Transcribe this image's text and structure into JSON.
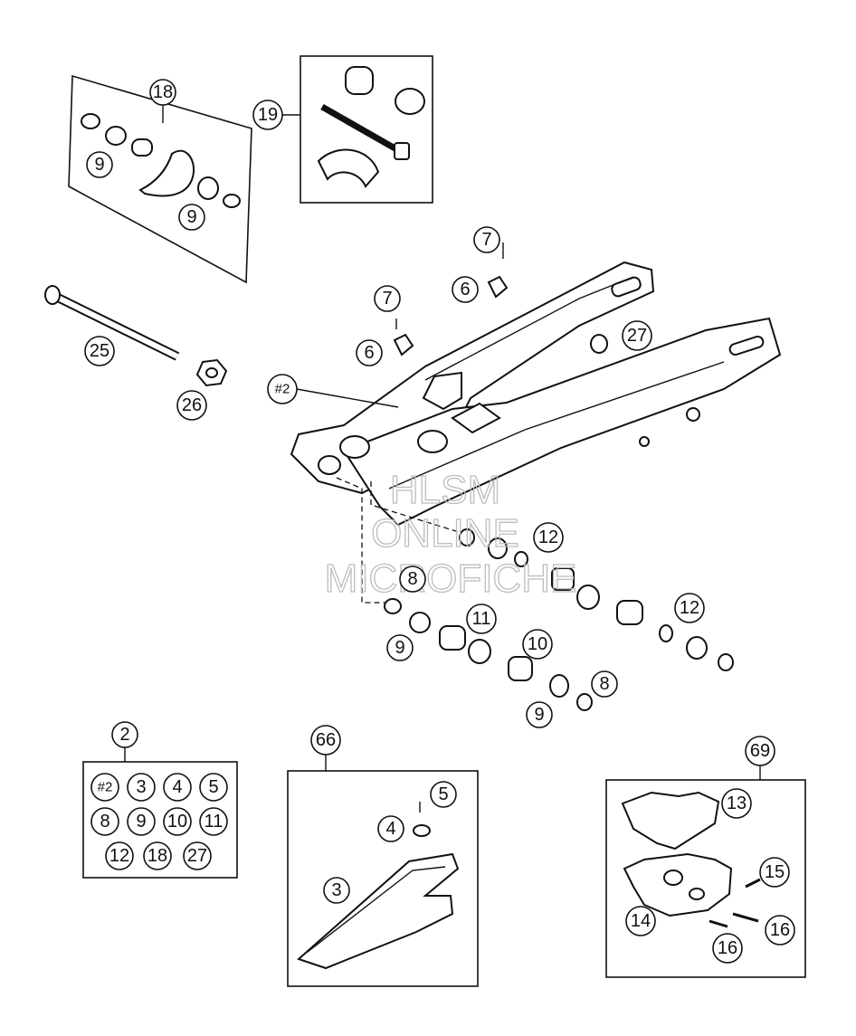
{
  "watermark": [
    "HLSM",
    "ONLINE",
    "MICROFICHE"
  ],
  "callouts": {
    "c18": "18",
    "c19": "19",
    "c9a": "9",
    "c9b": "9",
    "c25": "25",
    "c26": "26",
    "c7a": "7",
    "c7b": "7",
    "c6a": "6",
    "c6b": "6",
    "c27": "27",
    "c2ref": "#2",
    "c12a": "12",
    "c12b": "12",
    "c8a": "8",
    "c8b": "8",
    "c11": "11",
    "c10": "10",
    "c9c": "9",
    "c9d": "9",
    "c2": "2",
    "c66": "66",
    "c69": "69",
    "c5": "5",
    "c4": "4",
    "c3": "3",
    "c13": "13",
    "c14": "14",
    "c15": "15",
    "c16a": "16",
    "c16b": "16"
  },
  "kit_2_items": [
    "#2",
    "3",
    "4",
    "5",
    "8",
    "9",
    "10",
    "11",
    "12",
    "18",
    "27"
  ]
}
